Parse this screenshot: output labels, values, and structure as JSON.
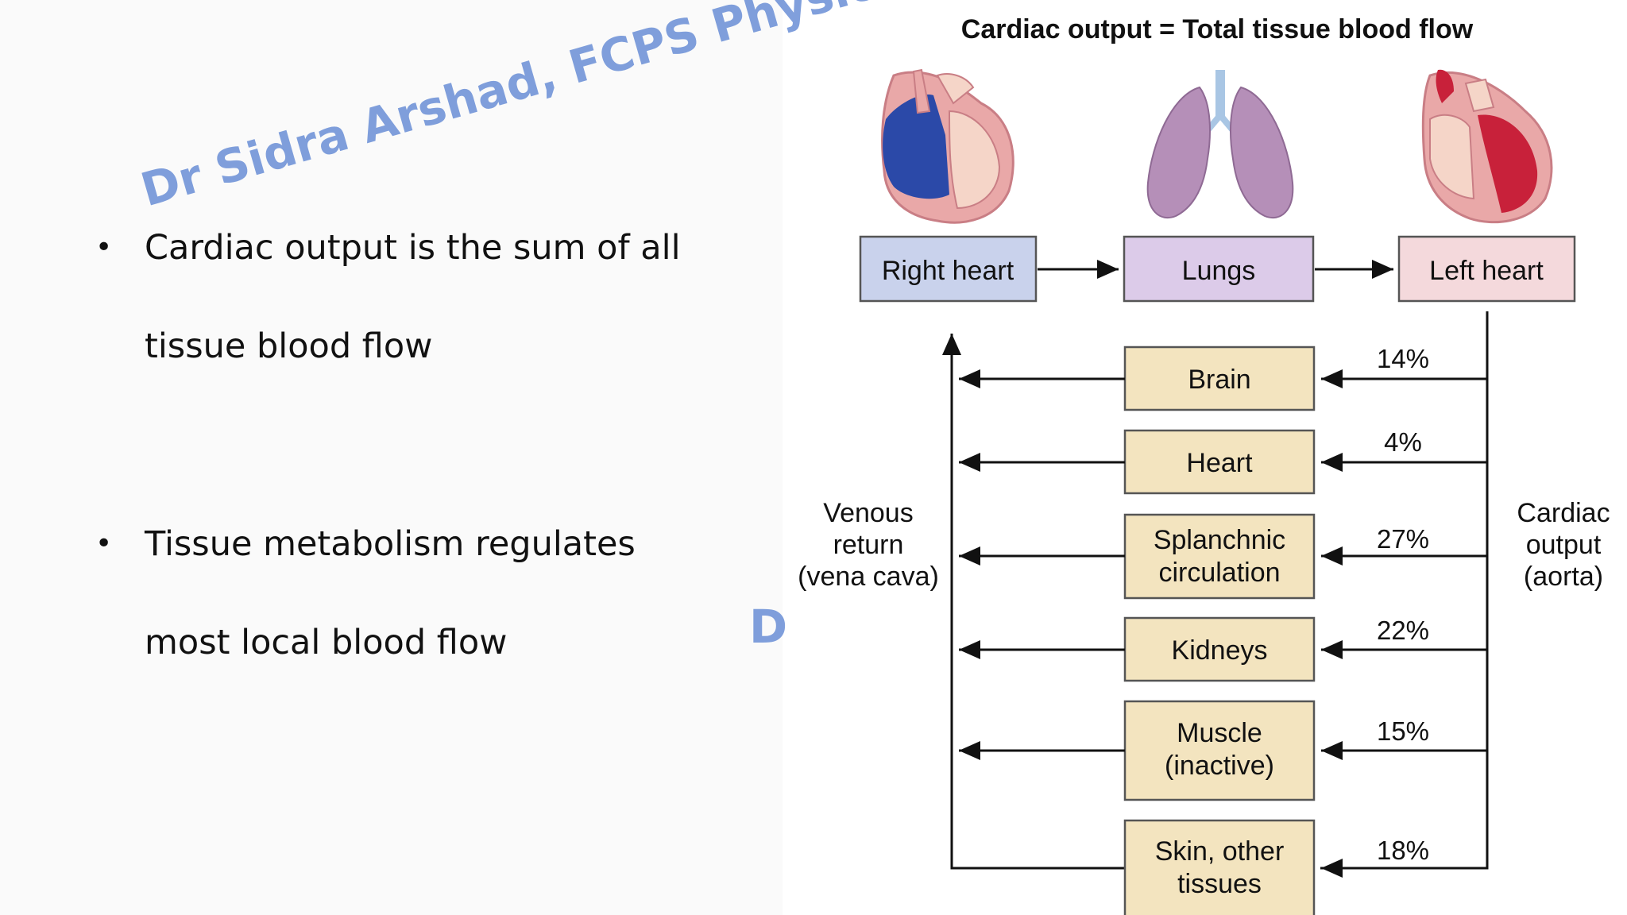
{
  "bullets": [
    {
      "lines": [
        "Cardiac output is the sum of all",
        "tissue blood flow"
      ]
    },
    {
      "lines": [
        "Tissue metabolism regulates",
        "most local blood flow"
      ]
    }
  ],
  "watermark": {
    "text": "Dr Sidra Arshad, FCPS Physiology",
    "fragment": "D"
  },
  "diagram": {
    "title": "Cardiac output = Total tissue blood flow",
    "top_boxes": [
      "Right heart",
      "Lungs",
      "Left heart"
    ],
    "organs": [
      {
        "lines": [
          "Brain"
        ],
        "percent": "14%"
      },
      {
        "lines": [
          "Heart"
        ],
        "percent": "4%"
      },
      {
        "lines": [
          "Splanchnic",
          "circulation"
        ],
        "percent": "27%"
      },
      {
        "lines": [
          "Kidneys"
        ],
        "percent": "22%"
      },
      {
        "lines": [
          "Muscle",
          "(inactive)"
        ],
        "percent": "15%"
      },
      {
        "lines": [
          "Skin, other",
          "tissues"
        ],
        "percent": "18%"
      }
    ],
    "venous_label": [
      "Venous",
      "return",
      "(vena cava)"
    ],
    "arterial_label": [
      "Cardiac",
      "output",
      "(aorta)"
    ],
    "colors": {
      "right_heart_box": "#c9d2ec",
      "lungs_box": "#dccbe9",
      "left_heart_box": "#f4d9dc",
      "organ_box": "#f3e4bf",
      "venous_blue": "#2b49a8",
      "arterial_red": "#c8213a",
      "lung_purple": "#b58fb8"
    }
  }
}
